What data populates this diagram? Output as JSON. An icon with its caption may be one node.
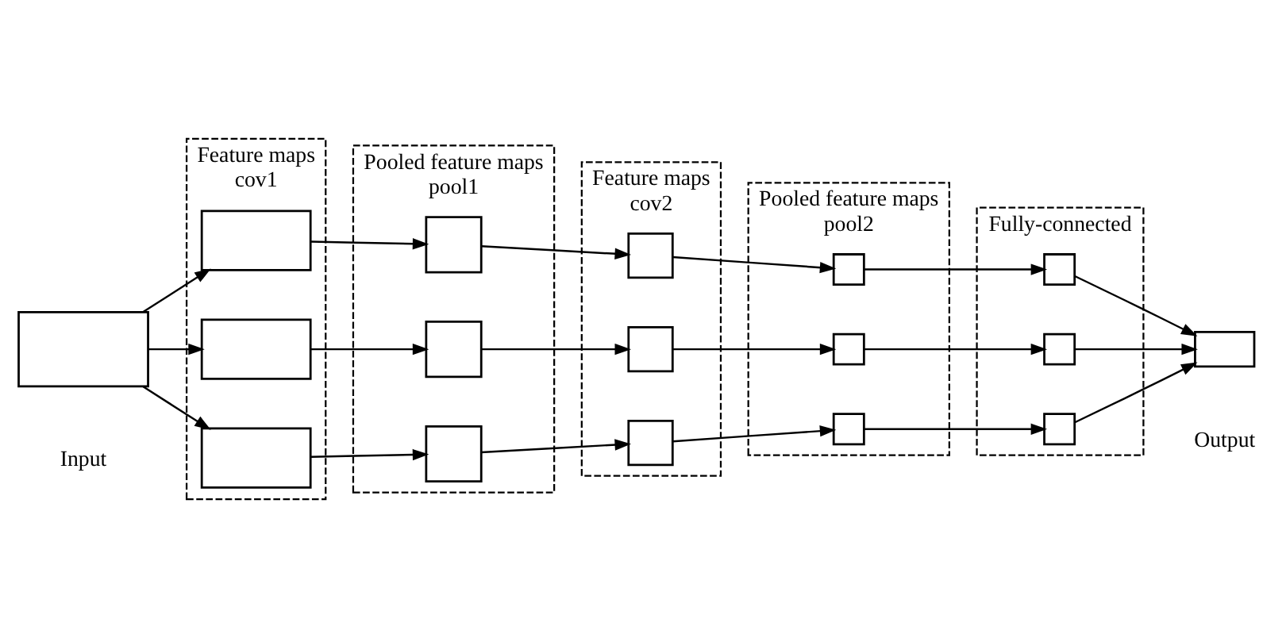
{
  "diagram": {
    "nodes": [
      {
        "text": [],
        "shape": "box",
        "beside": [
          "Input"
        ]
      },
      {
        "text": [
          "Feature maps",
          "cov1"
        ]
      },
      {
        "text": [],
        "shape": "box",
        "in": 1
      },
      {
        "text": [],
        "shape": "box",
        "in": 1
      },
      {
        "text": [],
        "shape": "box",
        "in": 1
      },
      {
        "text": [
          "Pooled feature maps",
          "pool1"
        ]
      },
      {
        "text": [],
        "shape": "box",
        "in": 5
      },
      {
        "text": [],
        "shape": "box",
        "in": 5
      },
      {
        "text": [],
        "shape": "box",
        "in": 5
      },
      {
        "text": [
          "Feature maps",
          "cov2"
        ]
      },
      {
        "text": [],
        "shape": "box",
        "in": 9
      },
      {
        "text": [],
        "shape": "box",
        "in": 9
      },
      {
        "text": [],
        "shape": "box",
        "in": 9
      },
      {
        "text": [
          "Pooled feature maps",
          "pool2"
        ]
      },
      {
        "text": [],
        "shape": "box",
        "in": 13
      },
      {
        "text": [],
        "shape": "box",
        "in": 13
      },
      {
        "text": [],
        "shape": "box",
        "in": 13
      },
      {
        "text": [
          "Fully-connected"
        ]
      },
      {
        "text": [],
        "shape": "box",
        "in": 17
      },
      {
        "text": [],
        "shape": "box",
        "in": 17
      },
      {
        "text": [],
        "shape": "box",
        "in": 17
      },
      {
        "text": [],
        "shape": "box",
        "beside": [
          "Output"
        ]
      }
    ],
    "edges": [
      {
        "from": 0,
        "to": 2,
        "arrow": "to"
      },
      {
        "from": 0,
        "to": 3,
        "arrow": "to"
      },
      {
        "from": 0,
        "to": 4,
        "arrow": "to"
      },
      {
        "from": 2,
        "to": 6,
        "arrow": "to"
      },
      {
        "from": 3,
        "to": 7,
        "arrow": "to"
      },
      {
        "from": 4,
        "to": 8,
        "arrow": "to"
      },
      {
        "from": 6,
        "to": 10,
        "arrow": "to"
      },
      {
        "from": 7,
        "to": 11,
        "arrow": "to"
      },
      {
        "from": 8,
        "to": 12,
        "arrow": "to"
      },
      {
        "from": 10,
        "to": 14,
        "arrow": "to"
      },
      {
        "from": 11,
        "to": 15,
        "arrow": "to"
      },
      {
        "from": 12,
        "to": 16,
        "arrow": "to"
      },
      {
        "from": 14,
        "to": 18,
        "arrow": "to"
      },
      {
        "from": 15,
        "to": 19,
        "arrow": "to"
      },
      {
        "from": 16,
        "to": 20,
        "arrow": "to"
      },
      {
        "from": 18,
        "to": 21,
        "arrow": "to"
      },
      {
        "from": 19,
        "to": 21,
        "arrow": "to"
      },
      {
        "from": 20,
        "to": 21,
        "arrow": "to"
      }
    ]
  }
}
